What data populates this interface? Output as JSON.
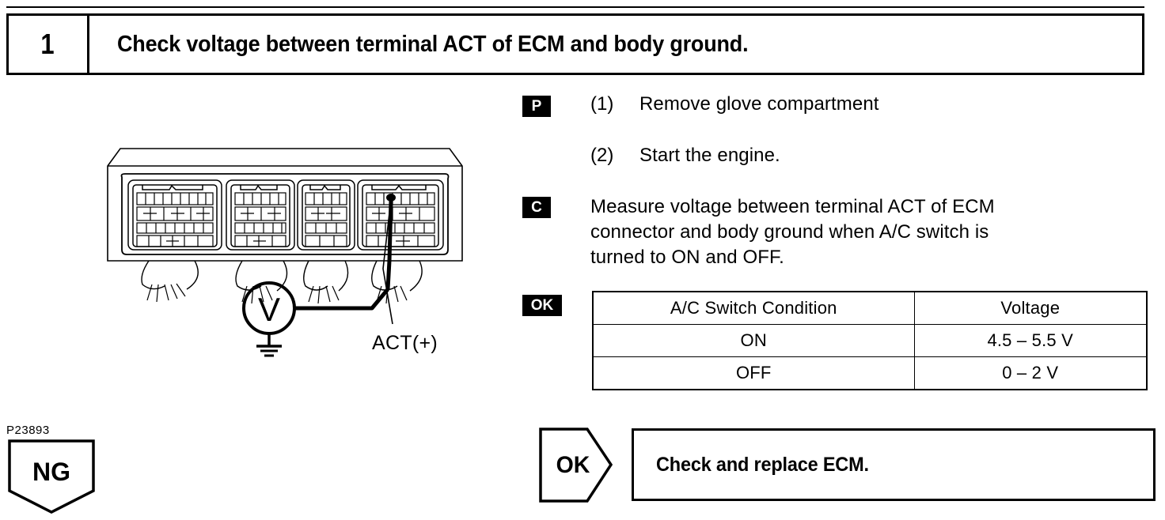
{
  "step": {
    "number": "1",
    "title": "Check voltage between terminal ACT of ECM and body ground."
  },
  "instructions": {
    "prepare_badge": "P",
    "check_badge": "C",
    "ok_badge": "OK",
    "steps": [
      {
        "num": "(1)",
        "text": "Remove glove compartment"
      },
      {
        "num": "(2)",
        "text": "Start the engine."
      }
    ],
    "check_text_line1": "Measure voltage between terminal ACT of ECM",
    "check_text_line2": "connector and body ground when A/C switch is",
    "check_text_line3": "turned to ON and OFF."
  },
  "spec_table": {
    "headers": [
      "A/C Switch Condition",
      "Voltage"
    ],
    "rows": [
      {
        "condition": "ON",
        "voltage": "4.5 – 5.5 V"
      },
      {
        "condition": "OFF",
        "voltage": "0 – 2 V"
      }
    ]
  },
  "result": {
    "ok_label": "OK",
    "action_text": "Check and replace ECM."
  },
  "ng_branch": {
    "figure_id": "P23893",
    "label": "NG"
  },
  "diagram": {
    "meter_label": "V",
    "terminal_label": "ACT(+)",
    "connector_count": 4
  },
  "colors": {
    "ink": "#000000",
    "paper": "#ffffff"
  }
}
